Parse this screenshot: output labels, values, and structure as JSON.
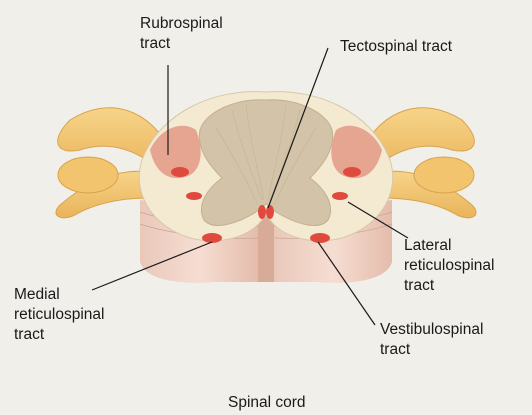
{
  "figure": {
    "caption": "Spinal cord",
    "labels": {
      "rubrospinal": [
        "Rubrospinal",
        "tract"
      ],
      "tectospinal": [
        "Tectospinal tract"
      ],
      "lateral_reticulospinal": [
        "Lateral",
        "reticulospinal",
        "tract"
      ],
      "medial_reticulospinal": [
        "Medial",
        "reticulospinal",
        "tract"
      ],
      "vestibulospinal": [
        "Vestibulospinal",
        "tract"
      ]
    }
  },
  "colors": {
    "background": "#f1efe9",
    "gray_matter": "#d3c3a8",
    "white_matter": "#f4ead2",
    "tract_highlight": "#e04a3e",
    "tract_region": "#e6a590",
    "nerve_roots": "#f2c16a",
    "cut_surface": "#e8c4b6",
    "leader_lines": "#1a1a1a"
  }
}
